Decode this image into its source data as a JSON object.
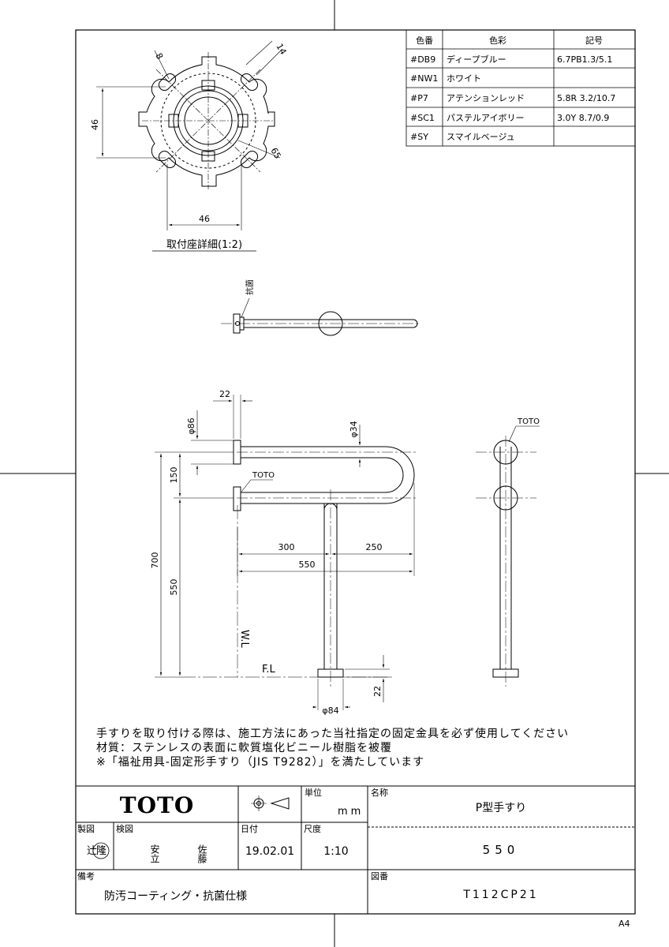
{
  "color_table": {
    "headers": [
      "色番",
      "色彩",
      "記号"
    ],
    "rows": [
      [
        "#DB9",
        "ディープブルー",
        "6.7PB1.3/5.1"
      ],
      [
        "#NW1",
        "ホワイト",
        ""
      ],
      [
        "#P7",
        "アテンションレッド",
        "5.8R 3.2/10.7"
      ],
      [
        "#SC1",
        "パステルアイボリー",
        "3.0Y 8.7/0.9"
      ],
      [
        "#SY",
        "スマイルベージュ",
        ""
      ]
    ]
  },
  "detail": {
    "caption": "取付座詳細(1:2)",
    "dim_hole": "8",
    "dim_slot": "14",
    "dim_height": "46",
    "dim_width": "46",
    "dim_dia": "65"
  },
  "top_view": {
    "label_antibacterial": "抗菌"
  },
  "front_view": {
    "dim_22_top": "22",
    "dim_phi86": "φ86",
    "dim_phi34": "φ34",
    "dim_150": "150",
    "dim_700": "700",
    "dim_550_v": "550",
    "dim_300": "300",
    "dim_250": "250",
    "dim_550_h": "550",
    "label_toto": "TOTO",
    "label_wl": "W.L",
    "label_fl": "F.L",
    "dim_22_bottom": "22",
    "dim_phi84": "φ84"
  },
  "side_view": {
    "label_toto": "TOTO"
  },
  "notes": [
    "手すりを取り付ける際は、施工方法にあった当社指定の固定金具を必ず使用してください",
    "材質：ステンレスの表面に軟質塩化ビニール樹脂を被覆",
    "※「福祉用具-固定形手すり（JIS T9282）」を満たしています"
  ],
  "title_block": {
    "brand": "TOTO",
    "unit_label": "単位",
    "unit_value": "mm",
    "name_label": "名称",
    "name_value": "P型手すり",
    "drawn_label": "製図",
    "drawn_value": "辻",
    "drawn_seal": "隆",
    "checked_label": "検図",
    "checked_value_1": "安立",
    "checked_value_2": "佐藤",
    "date_label": "日付",
    "date_value": "19.02.01",
    "scale_label": "尺度",
    "scale_value": "1:10",
    "size_value": "550",
    "remarks_label": "備考",
    "remarks_value": "防汚コーティング・抗菌仕様",
    "drawing_no_label": "図番",
    "drawing_no_value": "T112CP21"
  },
  "paper_size": "A4"
}
